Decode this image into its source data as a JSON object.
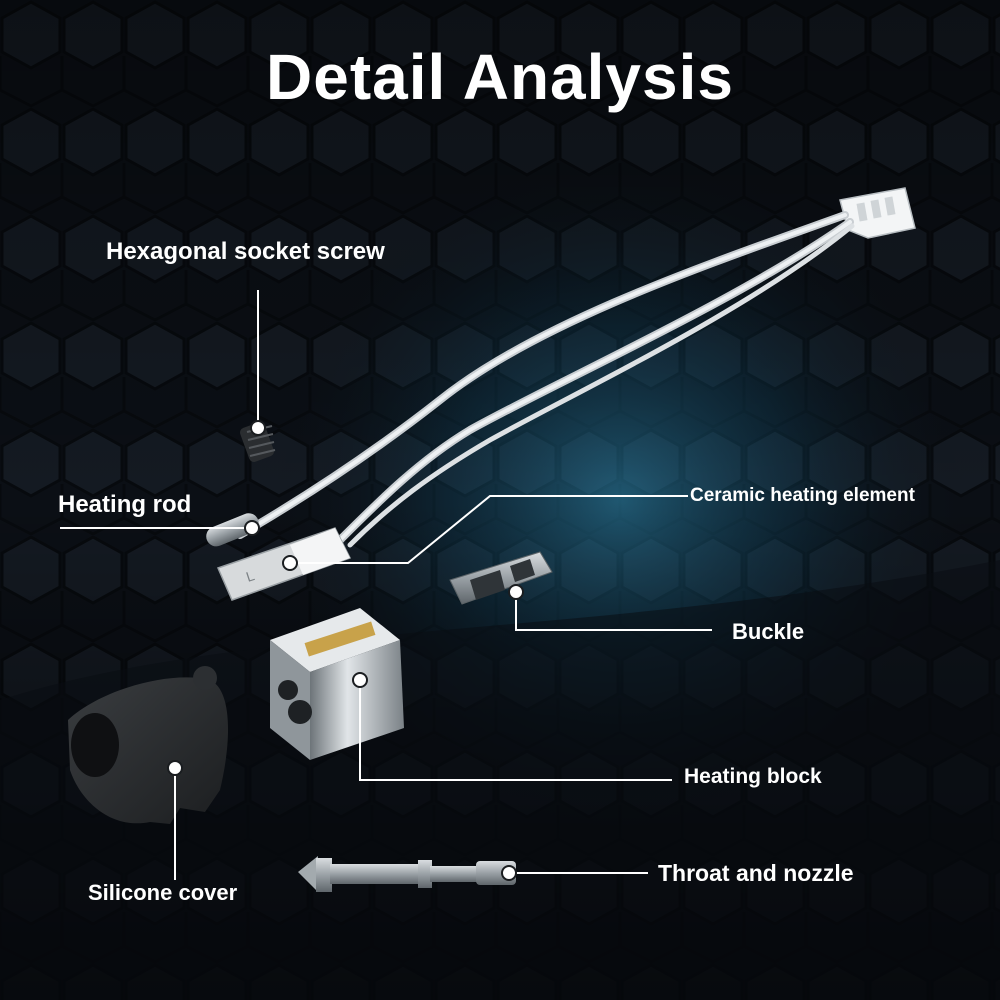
{
  "title": "Detail Analysis",
  "labels": {
    "hex_screw": "Hexagonal socket screw",
    "heating_rod": "Heating rod",
    "ceramic": "Ceramic heating element",
    "buckle": "Buckle",
    "heating_block": "Heating block",
    "silicone_cover": "Silicone cover",
    "throat_nozzle": "Throat and nozzle"
  },
  "colors": {
    "background": "#0b0f15",
    "text": "#ffffff",
    "leader": "#ffffff",
    "hex_glow": "#1f6f8f",
    "cable": "#e8ecef"
  }
}
